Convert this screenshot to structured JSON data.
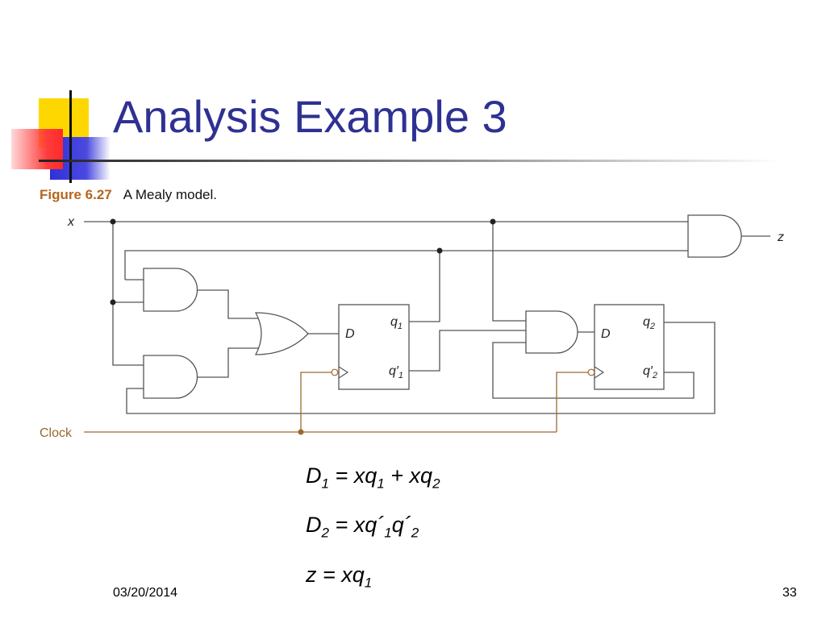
{
  "slide": {
    "title": "Analysis Example 3",
    "date": "03/20/2014",
    "page_number": "33"
  },
  "figure": {
    "number": "Figure 6.27",
    "caption": "A Mealy model.",
    "signals": {
      "input_x": "x",
      "output_z": "z",
      "clock": "Clock"
    },
    "flipflop1": {
      "d": "D",
      "q": "q",
      "q_sub": "1",
      "qbar": "q′",
      "qbar_sub": "1"
    },
    "flipflop2": {
      "d": "D",
      "q": "q",
      "q_sub": "2",
      "qbar": "q′",
      "qbar_sub": "2"
    },
    "colors": {
      "wire": "#555555",
      "clock": "#9a6a30",
      "title": "#2e3192",
      "figure_number": "#b5651d"
    }
  },
  "equations": {
    "d1": {
      "lhs": "D",
      "lhs_sub": "1",
      "rhs": "= xq",
      "rhs_sub": "1",
      "plus": " + xq",
      "plus_sub": "2"
    },
    "d2": {
      "lhs": "D",
      "lhs_sub": "2",
      "rhs": "= xq´",
      "rhs_sub": "1",
      "mid": "q´",
      "mid_sub": "2"
    },
    "z": {
      "lhs": "z = xq",
      "lhs_sub": "1"
    }
  }
}
